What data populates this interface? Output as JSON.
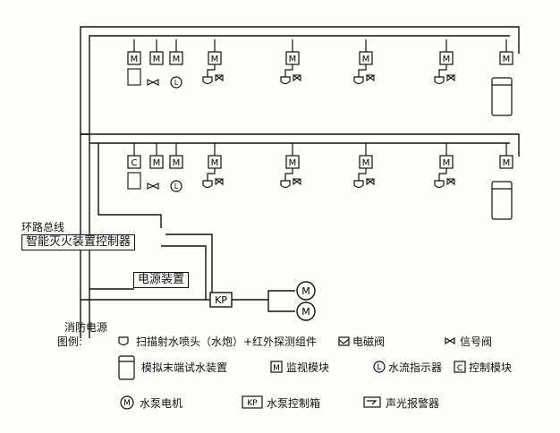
{
  "labels": {
    "loop_bus": "环路总线",
    "controller": "智能灭火装置控制器",
    "power_unit": "电源装置",
    "kp": "KP",
    "fire_power": "消防电源",
    "legend_title": "图例:",
    "m": "M",
    "c": "C",
    "l": "L"
  },
  "legend": {
    "nozzle": "扫描射水喷头（水炮）+红外探测组件",
    "solenoid_valve": "电磁阀",
    "signal_valve": "信号阀",
    "end_test": "模拟末端试水装置",
    "monitor_module": "监视模块",
    "flow_indicator": "水流指示器",
    "control_module": "控制模块",
    "pump_motor": "水泵电机",
    "kp_box": "KP",
    "pump_box": "水泵控制箱",
    "alarm": "声光报警器"
  }
}
